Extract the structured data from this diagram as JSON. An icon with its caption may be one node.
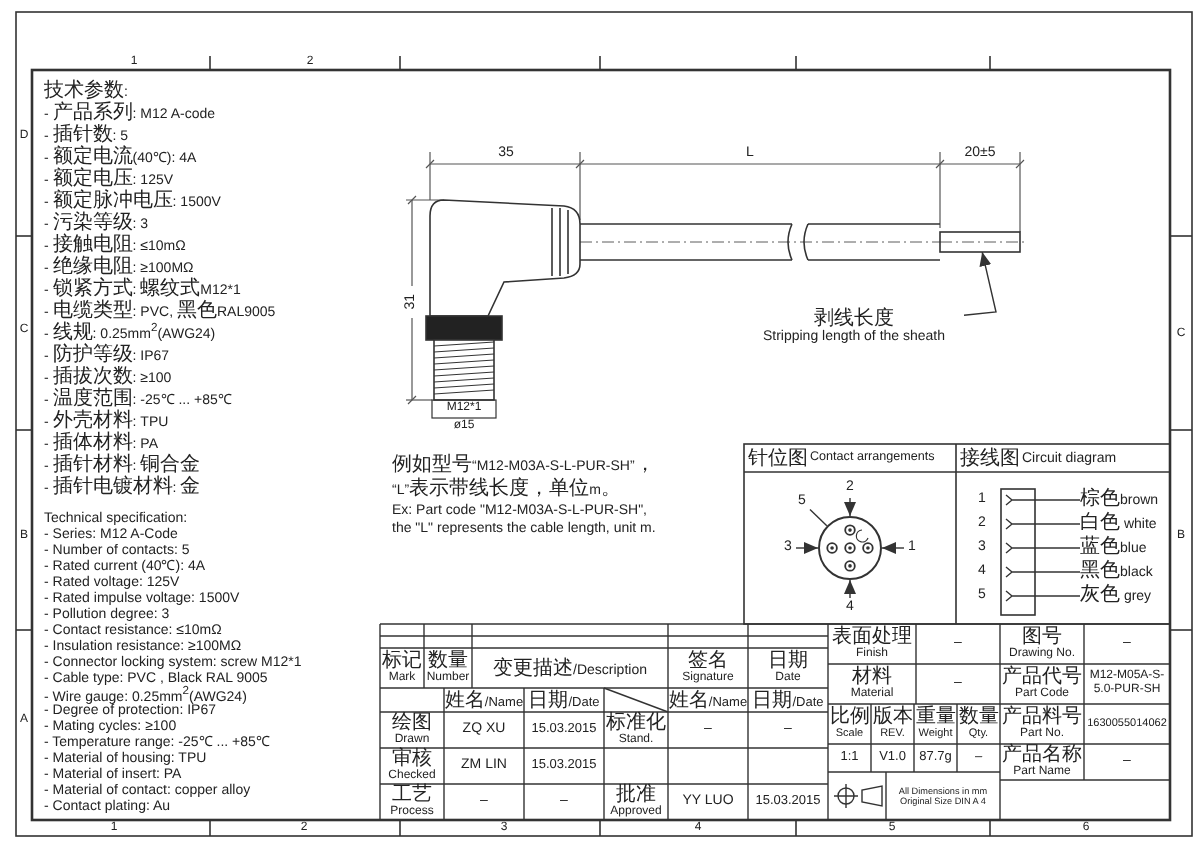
{
  "diagram": {
    "nodes": [
      {
        "text": [
          "剥线长度",
          "Stripping length of the sheath"
        ]
      },
      {
        "text": [],
        "shape": "picture"
      },
      {
        "text": [],
        "shape": "circle"
      },
      {
        "text": [
          "2"
        ]
      },
      {
        "text": [
          "5"
        ]
      },
      {
        "text": [
          "3"
        ]
      },
      {
        "text": [
          "1"
        ]
      },
      {
        "text": [
          "4"
        ]
      },
      {
        "text": [],
        "shape": "box"
      },
      {
        "text": [
          "棕色brown"
        ]
      },
      {
        "text": [
          "白色 white"
        ]
      },
      {
        "text": [
          "蓝色blue"
        ]
      },
      {
        "text": [
          "黑色black"
        ]
      },
      {
        "text": [
          "灰色 grey"
        ]
      }
    ],
    "edges": [
      {
        "from": 0,
        "to": 1,
        "arrow": "to"
      },
      {
        "from": 3,
        "to": 2,
        "arrow": "to"
      },
      {
        "from": 4,
        "to": 2,
        "arrow": "none"
      },
      {
        "from": 5,
        "to": 2,
        "arrow": "to"
      },
      {
        "from": 6,
        "to": 2,
        "arrow": "to"
      },
      {
        "from": 7,
        "to": 2,
        "arrow": "to"
      },
      {
        "from": 8,
        "to": 9,
        "arrow": "none"
      },
      {
        "from": 8,
        "to": 10,
        "arrow": "none"
      },
      {
        "from": 8,
        "to": 11,
        "arrow": "none"
      },
      {
        "from": 8,
        "to": 12,
        "arrow": "none"
      },
      {
        "from": 8,
        "to": 13,
        "arrow": "none"
      }
    ],
    "labels": [
      "技术参数:",
      "- 产品系列: M12 A-code",
      "- 插针数: 5",
      "- 额定电流(40℃): 4A",
      "- 额定电压: 125V",
      "- 额定脉冲电压: 1500V",
      "- 污染等级: 3",
      "- 接触电阻: ≤10mΩ",
      "- 绝缘电阻: ≥100MΩ",
      "- 锁紧方式: 螺纹式M12*1",
      "- 电缆类型: PVC, 黑色RAL9005",
      "- 线规: 0.25mm$^{2}$(AWG24)",
      "- 防护等级: IP67",
      "- 插拔次数: ≥100",
      "- 温度范围: -25℃ ... +85℃",
      "- 外壳材料: TPU",
      "- 插体材料: PA",
      "- 插针材料: 铜合金",
      "- 插针电镀材料: 金",
      "Technical specification:",
      "- Series: M12 A-Code",
      "- Number of contacts: 5",
      "- Rated current (40℃): 4A",
      "- Rated voltage: 125V",
      "- Rated impulse voltage: 1500V",
      "- Pollution degree: 3",
      "- Contact resistance: ≤10mΩ",
      "- Insulation resistance: ≥100MΩ",
      "- Connector locking system: screw M12*1",
      "- Cable type: PVC , Black RAL 9005",
      "- Wire gauge: 0.25mm$^{2}$(AWG24)",
      "- Degree of protection: IP67",
      "- Mating cycles: ≥100",
      "- Temperature range: -25℃ ... +85℃",
      "- Material of housing: TPU",
      "- Material of insert: PA",
      "- Material of contact: copper alloy",
      "- Contact plating: Au",
      "35",
      "L",
      "20±5",
      "31",
      "M12*1",
      "ø15",
      "例如型号“M12-M03A-S-L-PUR-SH”，",
      "“L”表示带线长度，单位m。",
      "Ex: Part code \"M12-M03A-S-L-PUR-SH\",",
      "the \"L\" represents the cable length, unit m.",
      "针位图",
      "Contact arrangements",
      "接线图",
      "Circuit diagram",
      "1",
      "2",
      "3",
      "4",
      "5",
      "标记 Mark",
      "数量 Number",
      "变更描述/Description",
      "签名 Signature",
      "日期 Date",
      "姓名/Name",
      "日期/Date",
      "姓名/Name",
      "日期/Date",
      "绘图 Drawn",
      "ZQ XU",
      "15.03.2015",
      "标准化 Stand.",
      "–",
      "–",
      "审核 Checked",
      "ZM LIN",
      "15.03.2015",
      "工艺 Process",
      "–",
      "–",
      "批准 Approved",
      "YY LUO",
      "15.03.2015",
      "表面处理 Finish",
      "–",
      "材料 Material",
      "–",
      "比例 Scale",
      "版本 REV.",
      "重量 Weight",
      "数量 Qty.",
      "1:1",
      "V1.0",
      "87.7g",
      "–",
      "All Dimensions in mm Original Size DIN A 4",
      "图号 Drawing No.",
      "–",
      "产品代号 Part Code",
      "M12-M05A-S-5.0-PUR-SH",
      "产品料号 Part No.",
      "1630055014062",
      "产品名称 Part Name",
      "–",
      "1",
      "2",
      "3",
      "4",
      "5",
      "6",
      "1",
      "2",
      "D",
      "C",
      "B",
      "A",
      "C",
      "B"
    ]
  }
}
